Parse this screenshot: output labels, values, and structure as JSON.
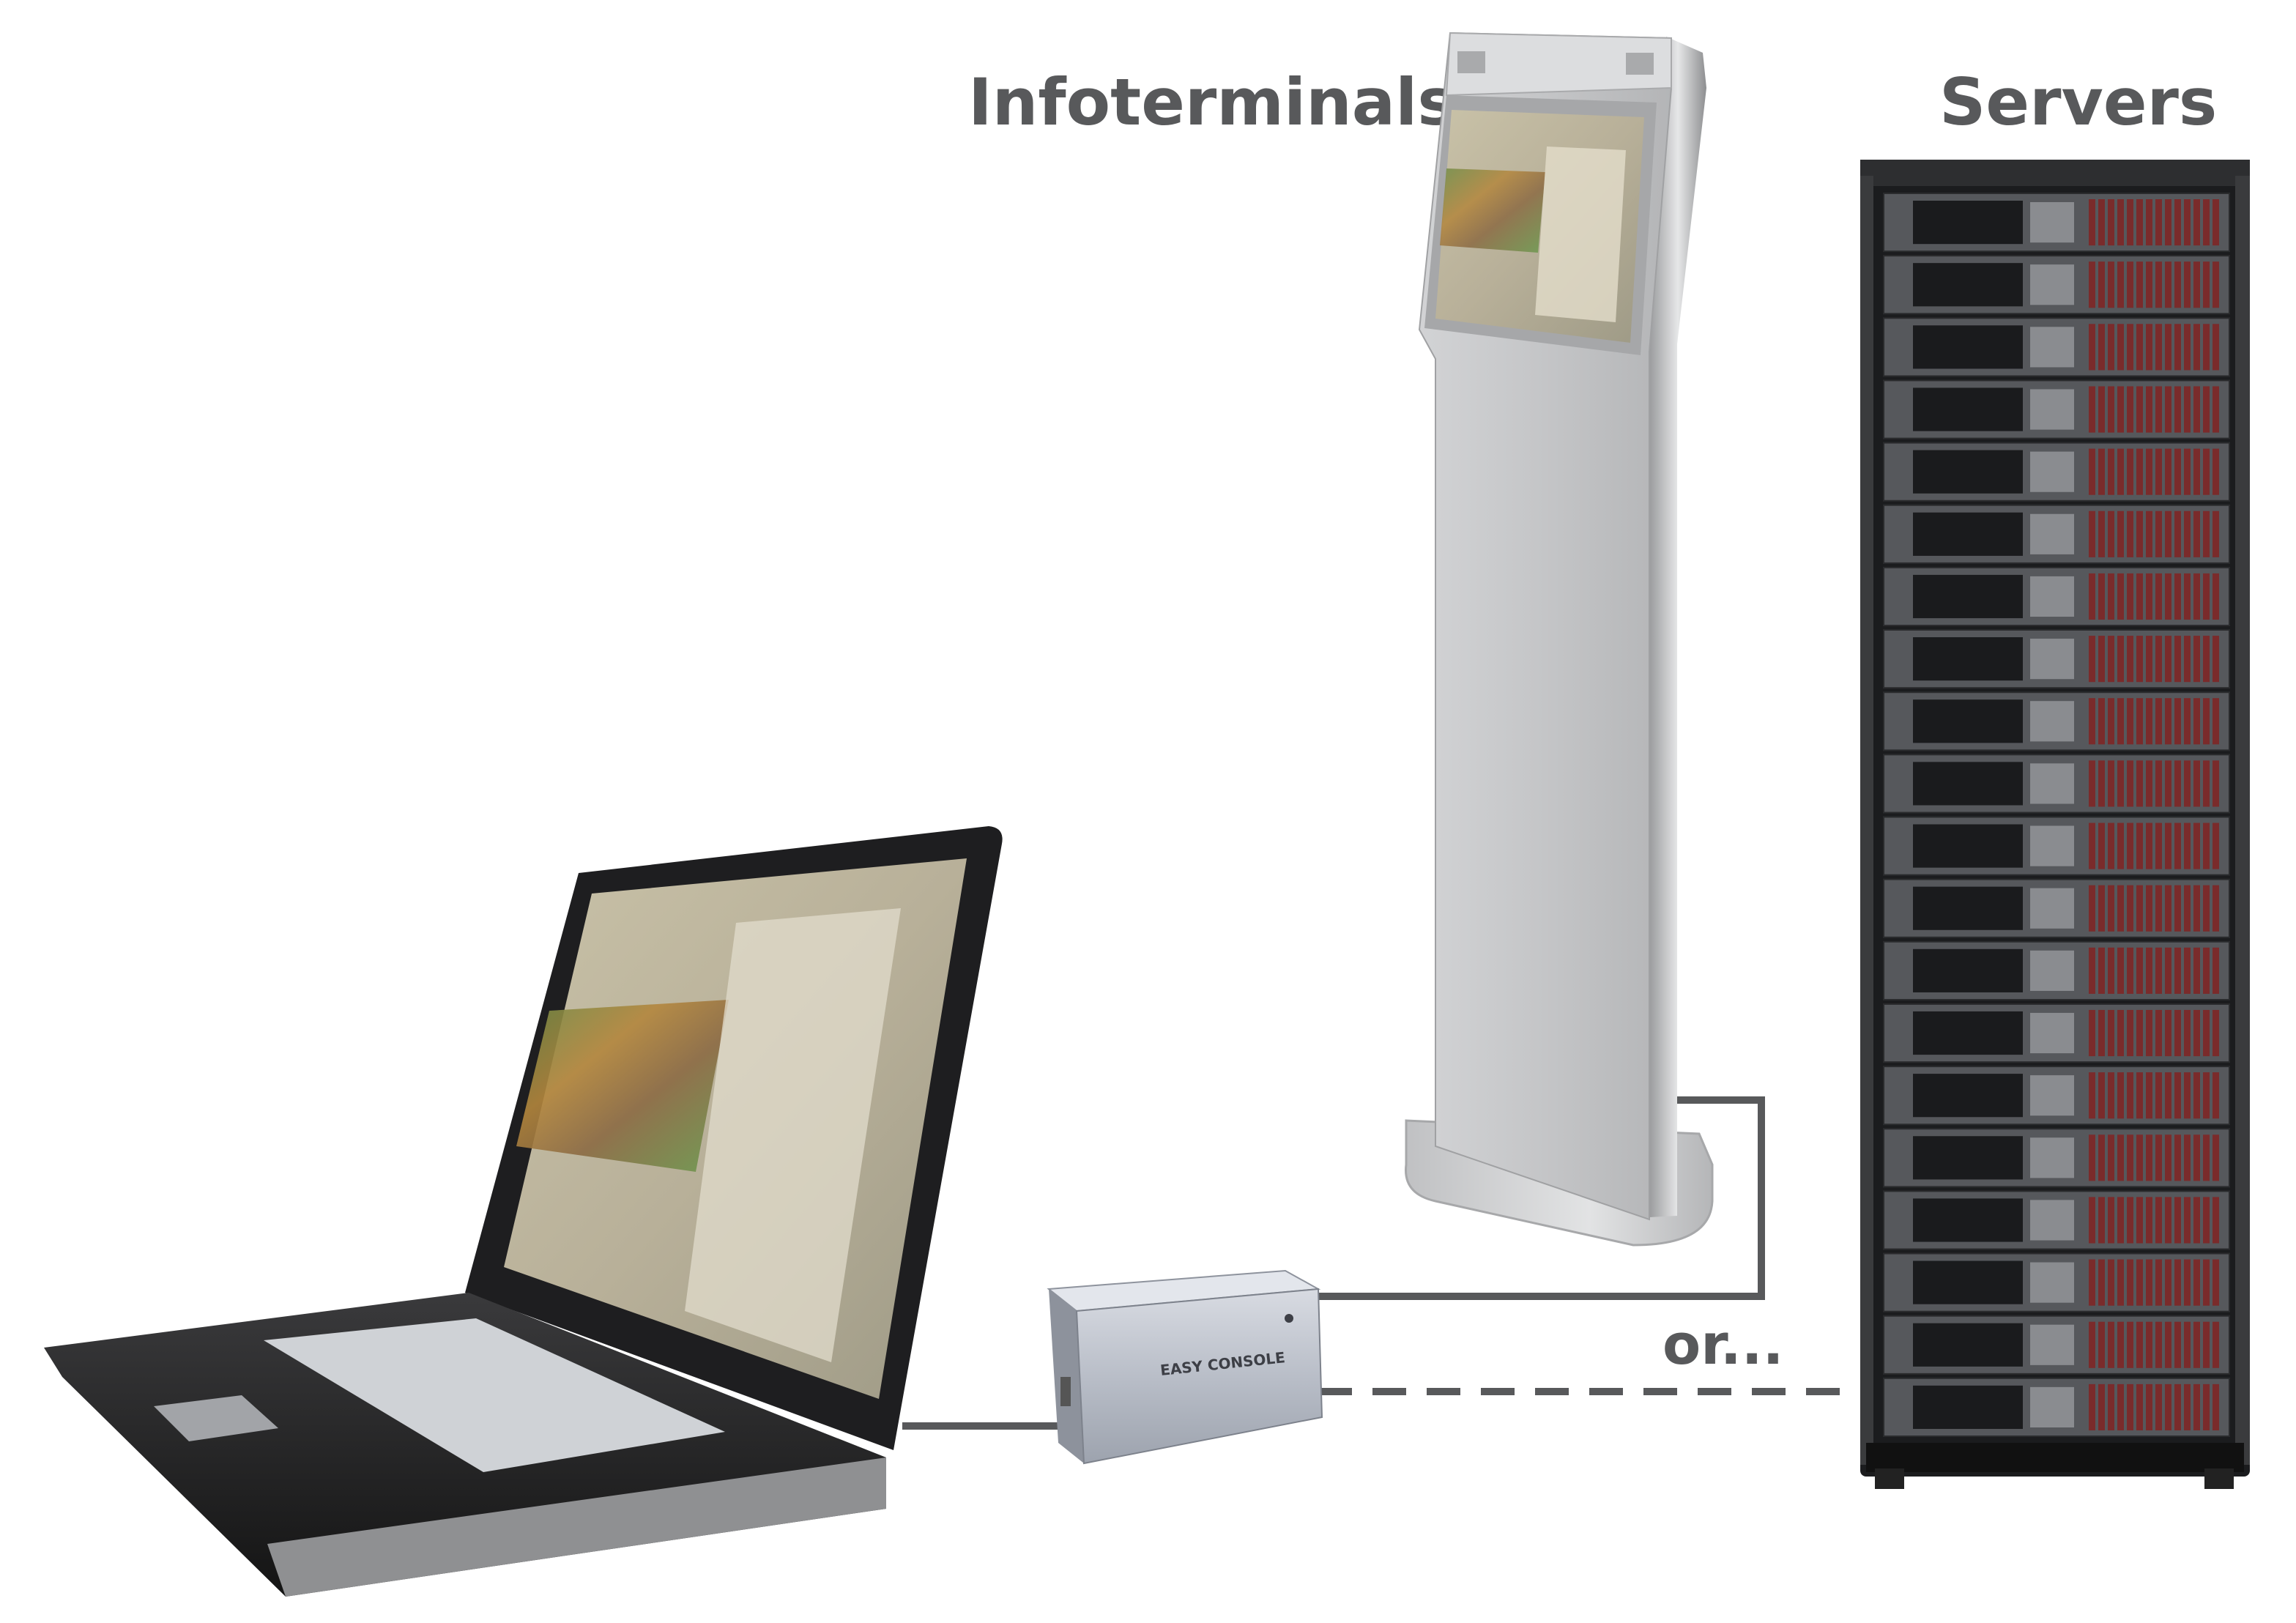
{
  "labels": {
    "infoterminals": "Infoterminals",
    "servers": "Servers",
    "or": "or..."
  },
  "device": {
    "brand_text": "EASY CONSOLE"
  },
  "colors": {
    "label_text": "#58595b",
    "cable": "#58595b",
    "background": "#ffffff"
  },
  "server_count": 20
}
